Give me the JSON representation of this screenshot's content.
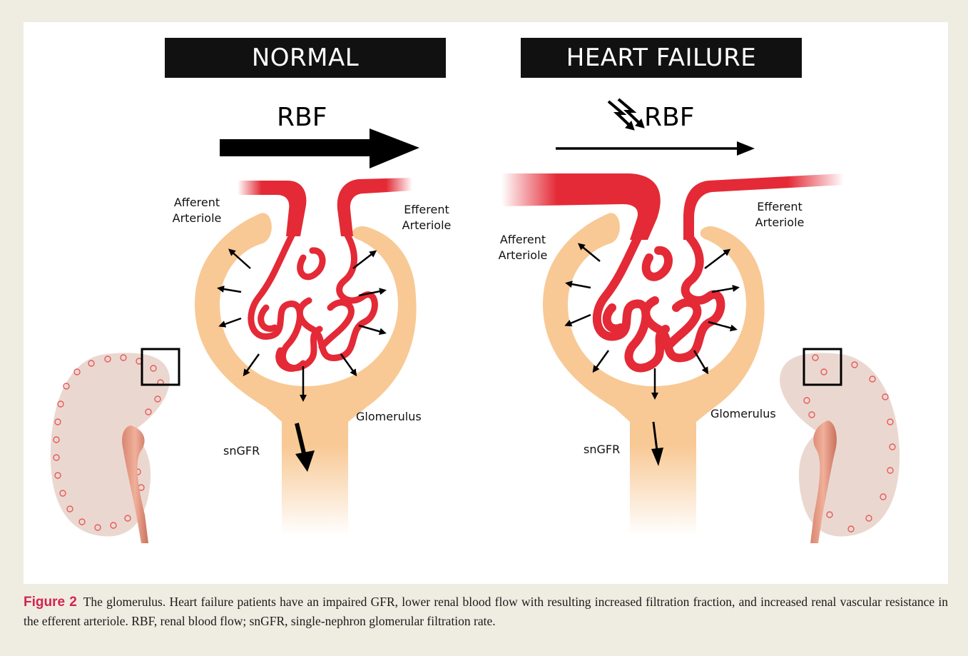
{
  "panels": {
    "normal": {
      "title": "NORMAL",
      "rbf": "RBF",
      "afferent": [
        "Afferent",
        "Arteriole"
      ],
      "efferent": [
        "Efferent",
        "Arteriole"
      ],
      "glomerulus": "Glomerulus",
      "sngfr": "snGFR"
    },
    "heart_failure": {
      "title": "HEART FAILURE",
      "rbf": "RBF",
      "afferent": [
        "Afferent",
        "Arteriole"
      ],
      "efferent": [
        "Efferent",
        "Arteriole"
      ],
      "glomerulus": "Glomerulus",
      "sngfr": "snGFR"
    }
  },
  "caption": {
    "figure_number": "Figure 2",
    "text": "The glomerulus. Heart failure patients have an impaired GFR, lower renal blood flow with resulting increased filtration fraction, and increased renal vascular resistance in the efferent arteriole. RBF, renal blood flow; snGFR, single-nephron glomerular filtration rate."
  },
  "colors": {
    "vessel_red": "#e32a36",
    "capsule_orange": "#f8c995",
    "kidney_pink": "#ead8d0",
    "caption_accent": "#d2234f",
    "background": "#efece1"
  }
}
